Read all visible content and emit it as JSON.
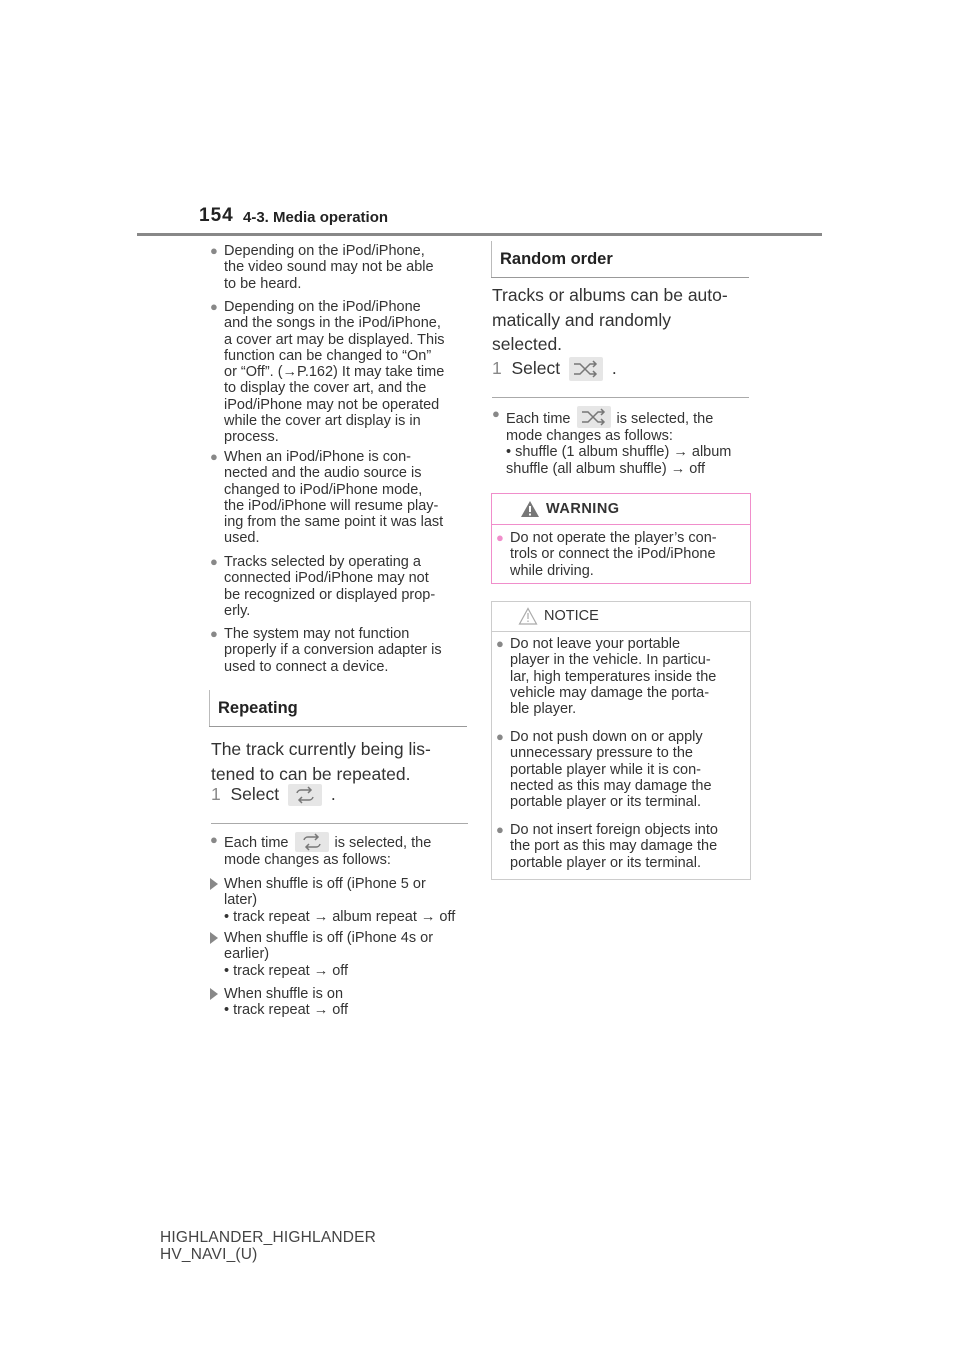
{
  "header": {
    "page_number": "154",
    "section": "4-3. Media operation"
  },
  "left": {
    "bullets": [
      "Depending on the iPod/iPhone,\nthe video sound may not be able\nto be heard.",
      "Depending on the iPod/iPhone\nand the songs in the iPod/iPhone,\na cover art may be displayed. This\nfunction can be changed to “On”\nor “Off”. (→P.162) It may take time\nto display the cover art, and the\niPod/iPhone may not be operated\nwhile the cover art display is in\nprocess.",
      "When an iPod/iPhone is con-\nnected and the audio source is\nchanged to iPod/iPhone mode,\nthe iPod/iPhone will resume play-\ning from the same point it was last\nused.",
      "Tracks selected by operating a\nconnected iPod/iPhone may not\nbe recognized or displayed prop-\nerly.",
      "The system may not function\nproperly if a conversion adapter is\nused to connect a device."
    ],
    "repeating": {
      "heading": "Repeating",
      "intro": "The track currently being lis-\ntened to can be repeated.",
      "step_num": "1",
      "step_text": "Select",
      "step_end": ".",
      "note_pre": "Each time",
      "note_post": "is selected, the",
      "note_line2": "mode changes as follows:",
      "cases": [
        "When shuffle is off (iPhone 5 or\nlater)\n• track repeat → album repeat → off",
        "When shuffle is off (iPhone 4s or\nearlier)\n• track repeat → off",
        "When shuffle is on\n• track repeat → off"
      ]
    }
  },
  "right": {
    "random": {
      "heading": "Random order",
      "intro": "Tracks or albums can be auto-\nmatically and randomly\nselected.",
      "step_num": "1",
      "step_text": "Select",
      "step_end": ".",
      "note_pre": "Each time",
      "note_post": "is selected, the",
      "note_rest": "mode changes as follows:\n• shuffle (1 album shuffle) → album\n   shuffle (all album shuffle) → off"
    },
    "warning": {
      "title": "WARNING",
      "items": [
        "Do not operate the player’s con-\ntrols or connect the iPod/iPhone\nwhile driving."
      ]
    },
    "notice": {
      "title": "NOTICE",
      "items": [
        "Do not leave your portable\nplayer in the vehicle. In particu-\nlar, high temperatures inside the\nvehicle may damage the porta-\nble player.",
        "Do not push down on or apply\nunnecessary pressure to the\nportable player while it is con-\nnected as this may damage the\nportable player or its terminal.",
        "Do not insert foreign objects into\nthe port as this may damage the\nportable player or its terminal."
      ]
    }
  },
  "footer": "HIGHLANDER_HIGHLANDER\nHV_NAVI_(U)",
  "colors": {
    "warning_border": "#f08ecb",
    "bullet": "#888888"
  },
  "icons": [
    "repeat-icon",
    "shuffle-icon",
    "warning-triangle-icon",
    "notice-triangle-icon"
  ]
}
